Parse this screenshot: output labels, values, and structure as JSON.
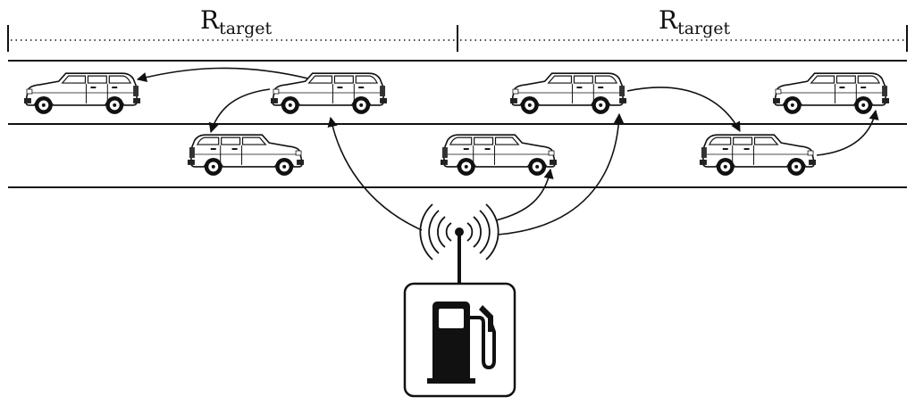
{
  "diagram": {
    "range_label_main": "R",
    "range_label_sub": "target",
    "range_segments": 2,
    "lanes": 2,
    "vehicles": [
      {
        "id": "v1",
        "lane": 1,
        "facing": "left"
      },
      {
        "id": "v2",
        "lane": 1,
        "facing": "left"
      },
      {
        "id": "v3",
        "lane": 2,
        "facing": "right"
      },
      {
        "id": "v4",
        "lane": 1,
        "facing": "left"
      },
      {
        "id": "v5",
        "lane": 2,
        "facing": "right"
      },
      {
        "id": "v6",
        "lane": 1,
        "facing": "left"
      },
      {
        "id": "v7",
        "lane": 2,
        "facing": "right"
      }
    ],
    "links": [
      {
        "from": "v2",
        "to": "v1"
      },
      {
        "from": "v2",
        "to": "v3"
      },
      {
        "from": "v4",
        "to": "v7"
      },
      {
        "from": "v7",
        "to": "v6"
      },
      {
        "from": "station",
        "to": "v2"
      },
      {
        "from": "station",
        "to": "v5"
      },
      {
        "from": "station",
        "to": "v4"
      }
    ],
    "station_icon": "fuel-pump-icon",
    "antenna_icon": "wireless-antenna-icon",
    "stroke_color": "#111111",
    "background_color": "#ffffff"
  }
}
